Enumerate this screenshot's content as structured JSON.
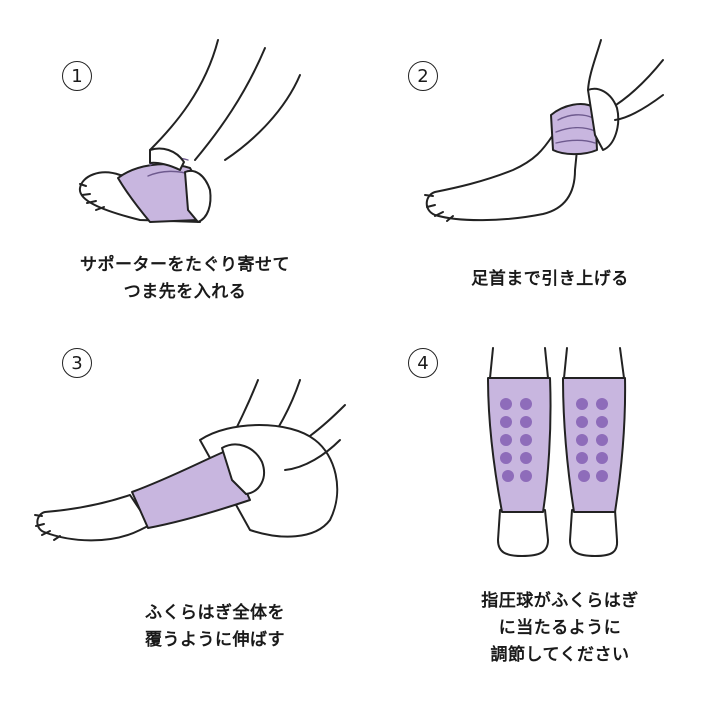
{
  "colors": {
    "support": "#c8b6df",
    "support_dark": "#a98fcc",
    "dot": "#8e6cba",
    "dot_halo": "#e6dcf2",
    "line": "#222222"
  },
  "steps": [
    {
      "number": "1",
      "caption_lines": [
        "サポーターをたぐり寄せて",
        "つま先を入れる"
      ]
    },
    {
      "number": "2",
      "caption_lines": [
        "足首まで引き上げる"
      ]
    },
    {
      "number": "3",
      "caption_lines": [
        "ふくらはぎ全体を",
        "覆うように伸ばす"
      ]
    },
    {
      "number": "4",
      "caption_lines": [
        "指圧球がふくらはぎ",
        "に当たるように",
        "調節してください"
      ]
    }
  ]
}
